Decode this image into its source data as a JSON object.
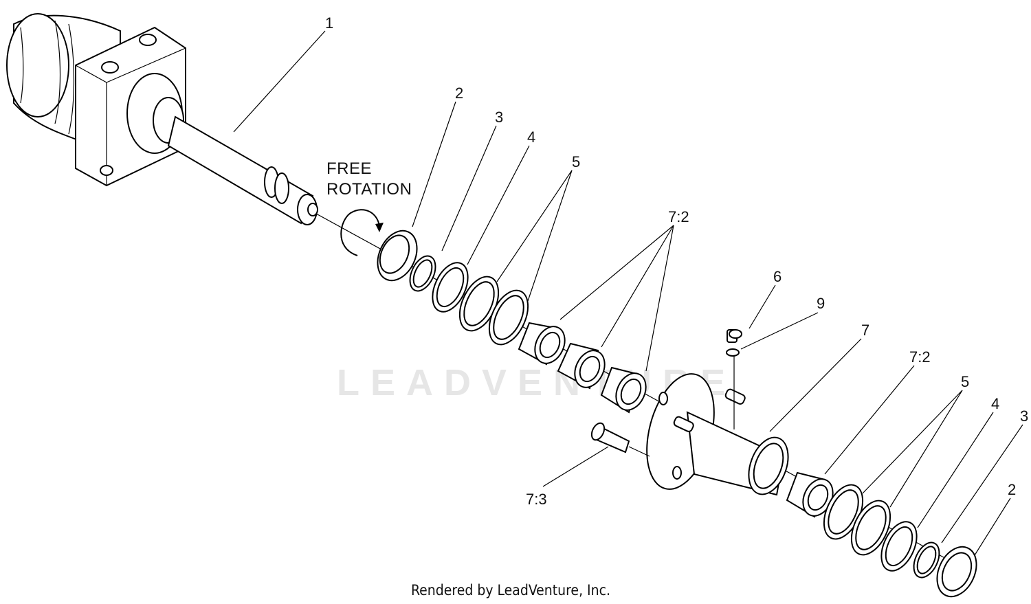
{
  "callouts": {
    "c1": "1",
    "c2_top": "2",
    "c3_top": "3",
    "c4_top": "4",
    "c5_top": "5",
    "c72_top": "7:2",
    "c6": "6",
    "c9": "9",
    "c7": "7",
    "c72_right": "7:2",
    "c5_right": "5",
    "c4_right": "4",
    "c3_right": "3",
    "c2_right": "2",
    "c73": "7:3"
  },
  "note": {
    "line1": "FREE",
    "line2": "ROTATION"
  },
  "watermark": "LEADVENTURE",
  "footer": "Rendered by LeadVenture, Inc."
}
